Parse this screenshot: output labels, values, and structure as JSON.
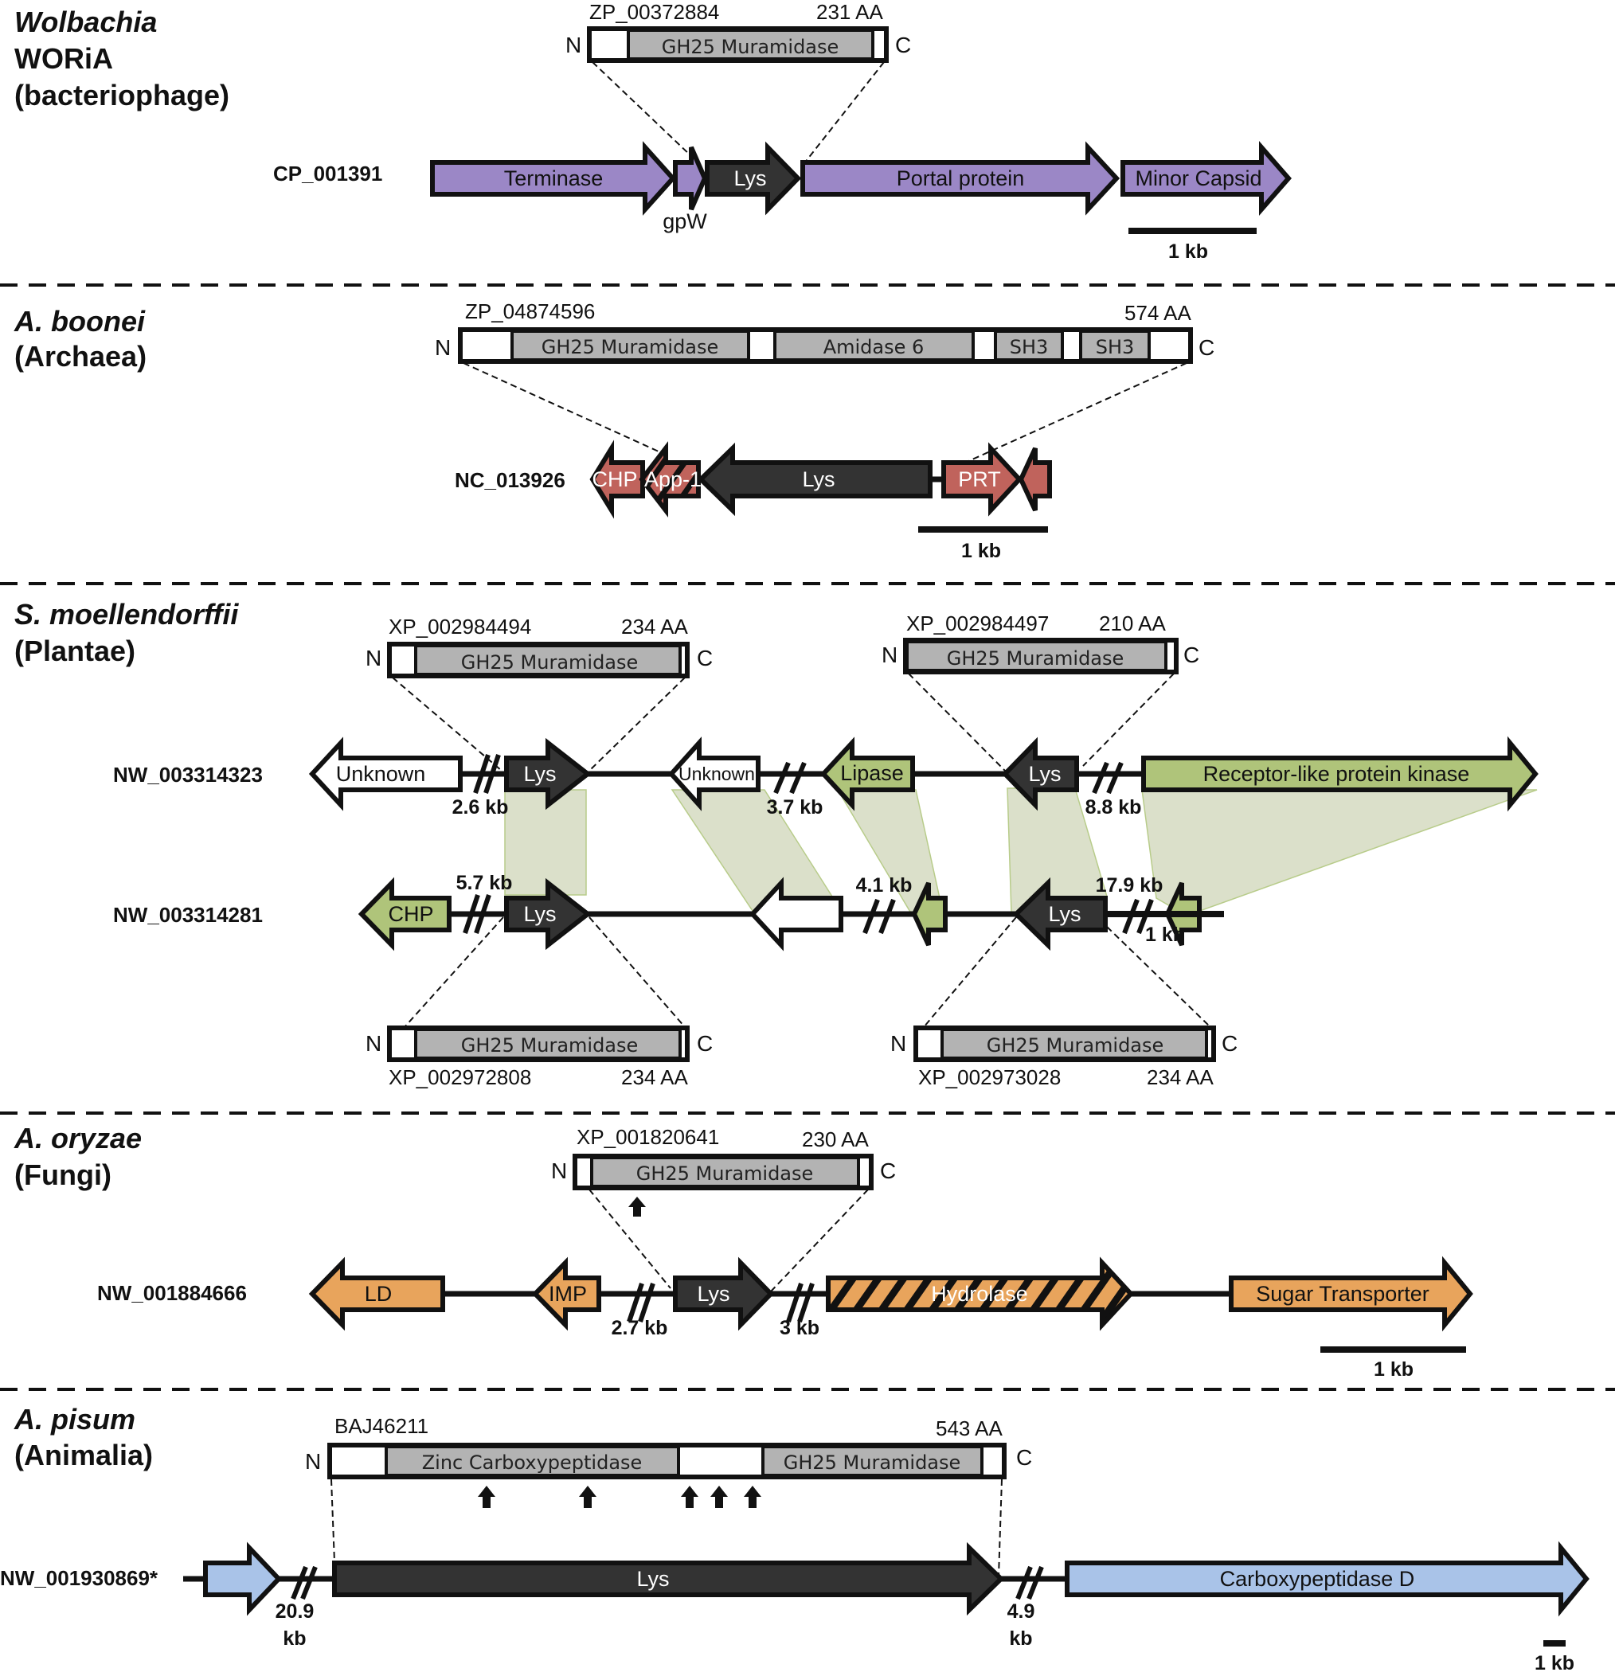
{
  "colors": {
    "phage_purple": "#9b87c6",
    "archaea_red": "#c0635c",
    "plant_green": "#afc47a",
    "fungi_orange": "#e8a45c",
    "animal_blue": "#a9c3e8",
    "lys_dark": "#333333",
    "domain_gray": "#b3b3b3",
    "synteny": "#c7cfae"
  },
  "sections": [
    {
      "id": "wolbachia",
      "title_italic": "Wolbachia",
      "title_lines": [
        "WORiA",
        "(bacteriophage)"
      ],
      "proteins": [
        {
          "accession": "ZP_00372884",
          "length": "231 AA",
          "n": "N",
          "c": "C",
          "domains": [
            "GH25 Muramidase"
          ]
        }
      ],
      "loci": [
        {
          "accession": "CP_001391",
          "genes": [
            {
              "label": "Terminase"
            },
            {
              "label": "gpW"
            },
            {
              "label": "Lys"
            },
            {
              "label": "Portal protein"
            },
            {
              "label": "Minor Capsid"
            }
          ]
        }
      ],
      "scale": "1 kb"
    },
    {
      "id": "aboonei",
      "title_italic": "A. boonei",
      "title_lines": [
        "(Archaea)"
      ],
      "proteins": [
        {
          "accession": "ZP_04874596",
          "length": "574 AA",
          "n": "N",
          "c": "C",
          "domains": [
            "GH25 Muramidase",
            "Amidase 6",
            "SH3",
            "SH3"
          ]
        }
      ],
      "loci": [
        {
          "accession": "NC_013926",
          "genes": [
            {
              "label": "CHP"
            },
            {
              "label": "App-1"
            },
            {
              "label": "Lys"
            },
            {
              "label": "PRT"
            },
            {
              "label": ""
            }
          ]
        }
      ],
      "scale": "1 kb"
    },
    {
      "id": "smoellendorffii",
      "title_italic": "S. moellendorffii",
      "title_lines": [
        "(Plantae)"
      ],
      "proteins": [
        {
          "accession": "XP_002984494",
          "length": "234 AA",
          "n": "N",
          "c": "C",
          "domains": [
            "GH25 Muramidase"
          ]
        },
        {
          "accession": "XP_002984497",
          "length": "210 AA",
          "n": "N",
          "c": "C",
          "domains": [
            "GH25 Muramidase"
          ]
        },
        {
          "accession": "XP_002972808",
          "length": "234 AA",
          "n": "N",
          "c": "C",
          "domains": [
            "GH25 Muramidase"
          ]
        },
        {
          "accession": "XP_002973028",
          "length": "234 AA",
          "n": "N",
          "c": "C",
          "domains": [
            "GH25 Muramidase"
          ]
        }
      ],
      "loci": [
        {
          "accession": "NW_003314323",
          "genes": [
            {
              "label": "Unknown"
            },
            {
              "label": "Lys"
            },
            {
              "label": "Unknown"
            },
            {
              "label": "Lipase"
            },
            {
              "label": "Lys"
            },
            {
              "label": "Receptor-like protein kinase"
            }
          ],
          "breaks": [
            "2.6 kb",
            "3.7 kb",
            "8.8 kb"
          ]
        },
        {
          "accession": "NW_003314281",
          "genes": [
            {
              "label": "CHP"
            },
            {
              "label": "Lys"
            },
            {
              "label": ""
            },
            {
              "label": ""
            },
            {
              "label": "Lys"
            },
            {
              "label": ""
            }
          ],
          "breaks": [
            "5.7 kb",
            "4.1 kb",
            "17.9 kb"
          ]
        }
      ],
      "scale": "1 kb"
    },
    {
      "id": "aoryzae",
      "title_italic": "A. oryzae",
      "title_lines": [
        "(Fungi)"
      ],
      "proteins": [
        {
          "accession": "XP_001820641",
          "length": "230 AA",
          "n": "N",
          "c": "C",
          "domains": [
            "GH25 Muramidase"
          ]
        }
      ],
      "loci": [
        {
          "accession": "NW_001884666",
          "genes": [
            {
              "label": "LD"
            },
            {
              "label": "IMP"
            },
            {
              "label": "Lys"
            },
            {
              "label": "Hydrolase"
            },
            {
              "label": "Sugar Transporter"
            }
          ],
          "breaks": [
            "2.7 kb",
            "3 kb"
          ]
        }
      ],
      "scale": "1 kb"
    },
    {
      "id": "apisum",
      "title_italic": "A. pisum",
      "title_lines": [
        "(Animalia)"
      ],
      "proteins": [
        {
          "accession": "BAJ46211",
          "length": "543 AA",
          "n": "N",
          "c": "C",
          "domains": [
            "Zinc Carboxypeptidase",
            "GH25 Muramidase"
          ]
        }
      ],
      "loci": [
        {
          "accession": "NW_001930869*",
          "genes": [
            {
              "label": ""
            },
            {
              "label": "Lys"
            },
            {
              "label": "Carboxypeptidase D"
            }
          ],
          "breaks": [
            "20.9 kb",
            "4.9 kb"
          ]
        }
      ],
      "scale": "1 kb"
    }
  ]
}
